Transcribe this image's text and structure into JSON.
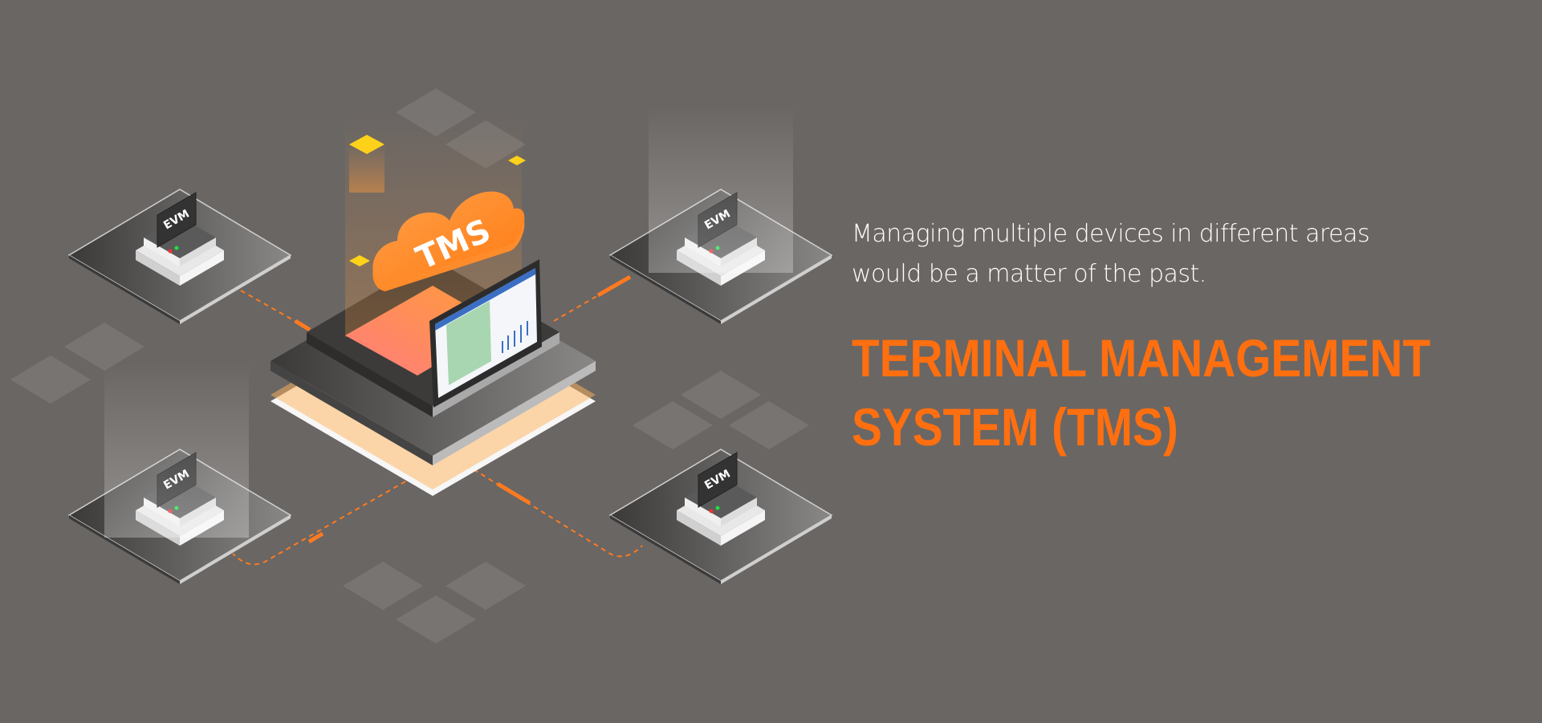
{
  "hero": {
    "subtitle_line1": "Managing multiple devices in different areas",
    "subtitle_line2": "would be a matter of the past.",
    "title_line1": "TERMINAL MANAGEMENT",
    "title_line2": "SYSTEM (TMS)"
  },
  "illustration": {
    "cloud_label": "TMS",
    "device_label": "EVM"
  },
  "colors": {
    "background": "#6a6664",
    "accent": "#ff6f0f",
    "text": "#ffffff"
  }
}
